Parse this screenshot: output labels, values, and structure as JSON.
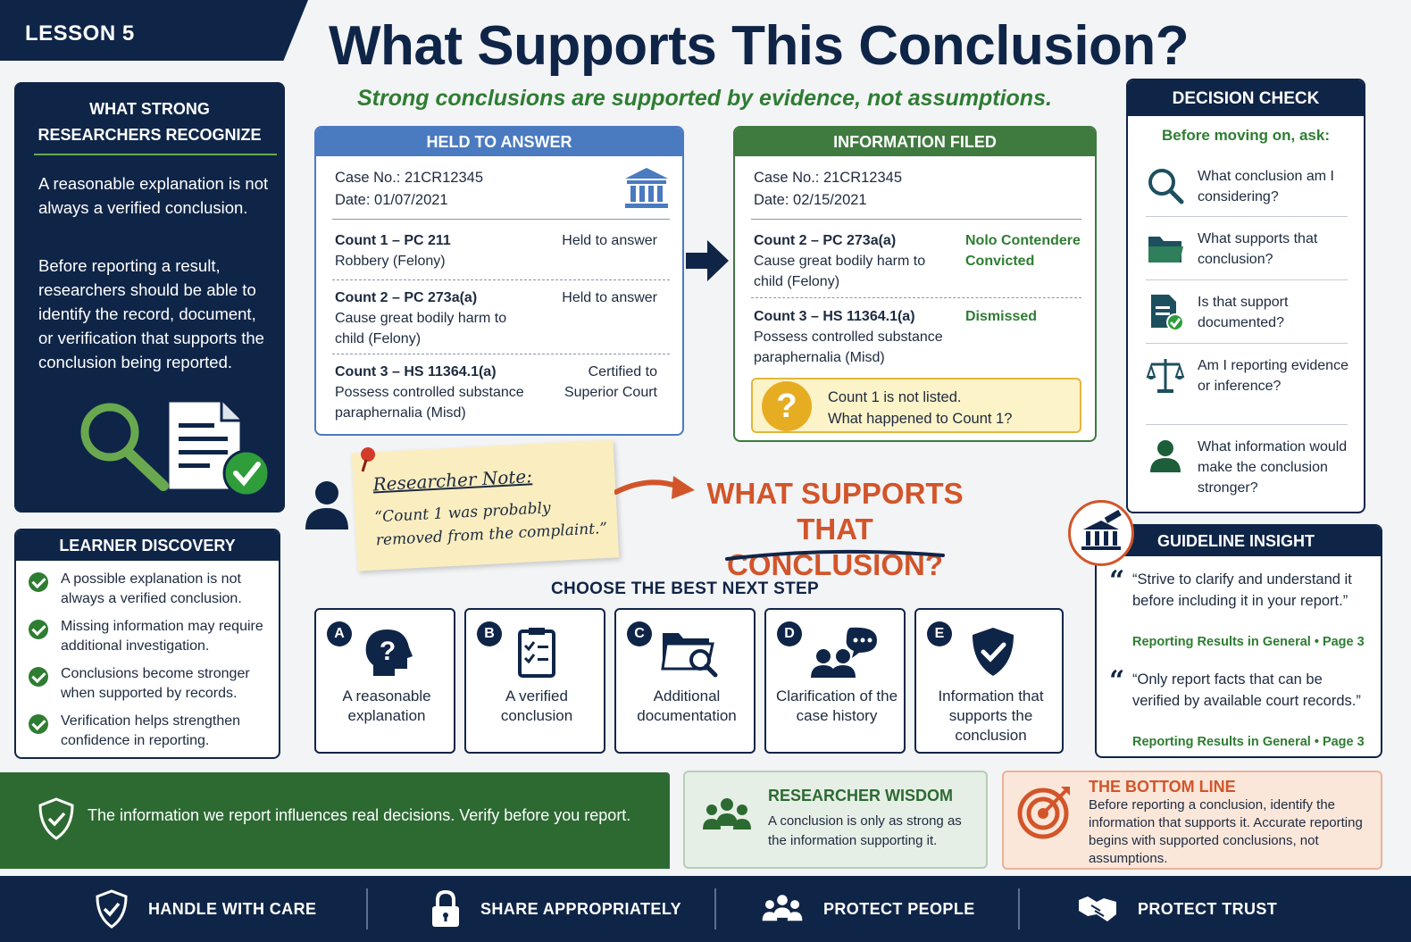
{
  "lesson": "LESSON 5",
  "title": "What Supports This Conclusion?",
  "subtitle": "Strong conclusions are supported by evidence, not assumptions.",
  "recognize": {
    "heading_line1": "WHAT STRONG",
    "heading_line2": "RESEARCHERS RECOGNIZE",
    "p1": "A reasonable explanation is not always a verified conclusion.",
    "p2": "Before reporting a result, researchers should be able to identify the record, document, or verification that supports the conclusion being reported."
  },
  "discovery": {
    "heading": "LEARNER DISCOVERY",
    "items": [
      "A possible explanation is not always a verified conclusion.",
      "Missing information may require additional investigation.",
      "Conclusions become stronger when supported by records.",
      "Verification helps strengthen confidence in reporting."
    ]
  },
  "held": {
    "heading": "HELD TO ANSWER",
    "case": "Case No.: 21CR12345",
    "date": "Date: 01/07/2021",
    "counts": [
      {
        "title": "Count 1 – PC 211",
        "desc": "Robbery (Felony)",
        "status": "Held to answer"
      },
      {
        "title": "Count 2 – PC 273a(a)",
        "desc": "Cause great bodily harm to child (Felony)",
        "status": "Held to answer"
      },
      {
        "title": "Count 3 – HS 11364.1(a)",
        "desc": "Possess controlled substance paraphernalia (Misd)",
        "status": "Certified to Superior Court"
      }
    ]
  },
  "filed": {
    "heading": "INFORMATION FILED",
    "case": "Case No.: 21CR12345",
    "date": "Date: 02/15/2021",
    "counts": [
      {
        "title": "Count 2 – PC 273a(a)",
        "desc": "Cause great bodily harm to child (Felony)",
        "status": "Nolo Contendere Convicted"
      },
      {
        "title": "Count 3 – HS 11364.1(a)",
        "desc": "Possess controlled substance paraphernalia (Misd)",
        "status": "Dismissed"
      }
    ],
    "question_mark": "?",
    "question_line1": "Count 1 is not listed.",
    "question_line2": "What happened to Count 1?"
  },
  "decision": {
    "heading": "DECISION CHECK",
    "sub": "Before moving on, ask:",
    "questions": [
      {
        "icon": "search-icon",
        "text": "What conclusion am I considering?"
      },
      {
        "icon": "folder-icon",
        "text": "What supports that conclusion?"
      },
      {
        "icon": "document-check-icon",
        "text": "Is that support documented?"
      },
      {
        "icon": "scales-icon",
        "text": "Am I reporting evidence or inference?"
      },
      {
        "icon": "person-icon",
        "text": "What information would make the conclusion stronger?"
      }
    ]
  },
  "note": {
    "title": "Researcher Note:",
    "quote": "“Count 1 was probably removed from the complaint.”"
  },
  "supports_q_line1": "WHAT SUPPORTS",
  "supports_q_line2": "THAT CONCLUSION?",
  "guide": {
    "heading": "GUIDELINE INSIGHT",
    "quotes": [
      {
        "text": "“Strive to clarify and understand it before including it in your report.”",
        "source": "Reporting Results in General  •  Page 3"
      },
      {
        "text": "“Only report facts that can be verified by available court records.”",
        "source": "Reporting Results in General  •  Page 3"
      }
    ]
  },
  "choose": {
    "title": "CHOOSE THE BEST NEXT STEP",
    "options": [
      {
        "letter": "A",
        "label": "A reasonable explanation",
        "icon": "question-head-icon"
      },
      {
        "letter": "B",
        "label": "A verified conclusion",
        "icon": "clipboard-check-icon"
      },
      {
        "letter": "C",
        "label": "Additional documentation",
        "icon": "folder-search-icon"
      },
      {
        "letter": "D",
        "label": "Clarification of the case history",
        "icon": "conversation-icon"
      },
      {
        "letter": "E",
        "label": "Information that supports the conclusion",
        "icon": "shield-check-icon"
      }
    ]
  },
  "verify_text": "The information we report influences real decisions. Verify before you report.",
  "wisdom": {
    "heading": "RESEARCHER WISDOM",
    "text": "A conclusion is only as strong as the information supporting it."
  },
  "bottomline": {
    "heading": "THE BOTTOM LINE",
    "text": "Before reporting a conclusion, identify the information that supports it. Accurate reporting begins with supported conclusions, not assumptions."
  },
  "footer": [
    {
      "label": "HANDLE WITH CARE",
      "icon": "shield-check-icon"
    },
    {
      "label": "SHARE APPROPRIATELY",
      "icon": "lock-icon"
    },
    {
      "label": "PROTECT PEOPLE",
      "icon": "people-icon"
    },
    {
      "label": "PROTECT TRUST",
      "icon": "handshake-icon"
    }
  ],
  "colors": {
    "navy": "#0f2548",
    "green": "#2e7d32",
    "blue": "#4a7ac0",
    "orange": "#d2552a",
    "gold": "#e7ad22"
  }
}
